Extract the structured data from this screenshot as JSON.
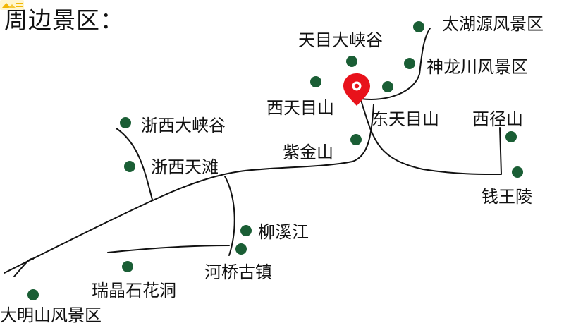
{
  "title": "周边景区：",
  "colors": {
    "route": "#111111",
    "spot": "#1a5e35",
    "pin": "#e8121b"
  },
  "current_location_icon": "map-pin-icon",
  "spot_icon": "green-dot-icon",
  "places": [
    {
      "id": "taihuyuan",
      "name": "太湖源风景区"
    },
    {
      "id": "tianmu-canyon",
      "name": "天目大峡谷"
    },
    {
      "id": "shenlongchuan",
      "name": "神龙川风景区"
    },
    {
      "id": "west-tianmu",
      "name": "西天目山"
    },
    {
      "id": "east-tianmu",
      "name": "东天目山"
    },
    {
      "id": "xijingshan",
      "name": "西径山"
    },
    {
      "id": "zhexi-canyon",
      "name": "浙西大峡谷"
    },
    {
      "id": "zijinshan",
      "name": "紫金山"
    },
    {
      "id": "zhexi-tiantan",
      "name": "浙西天滩"
    },
    {
      "id": "qianwangling",
      "name": "钱王陵"
    },
    {
      "id": "liuxijiang",
      "name": "柳溪江"
    },
    {
      "id": "heqiao",
      "name": "河桥古镇"
    },
    {
      "id": "ruijing",
      "name": "瑞晶石花洞"
    },
    {
      "id": "damingshan",
      "name": "大明山风景区"
    }
  ]
}
